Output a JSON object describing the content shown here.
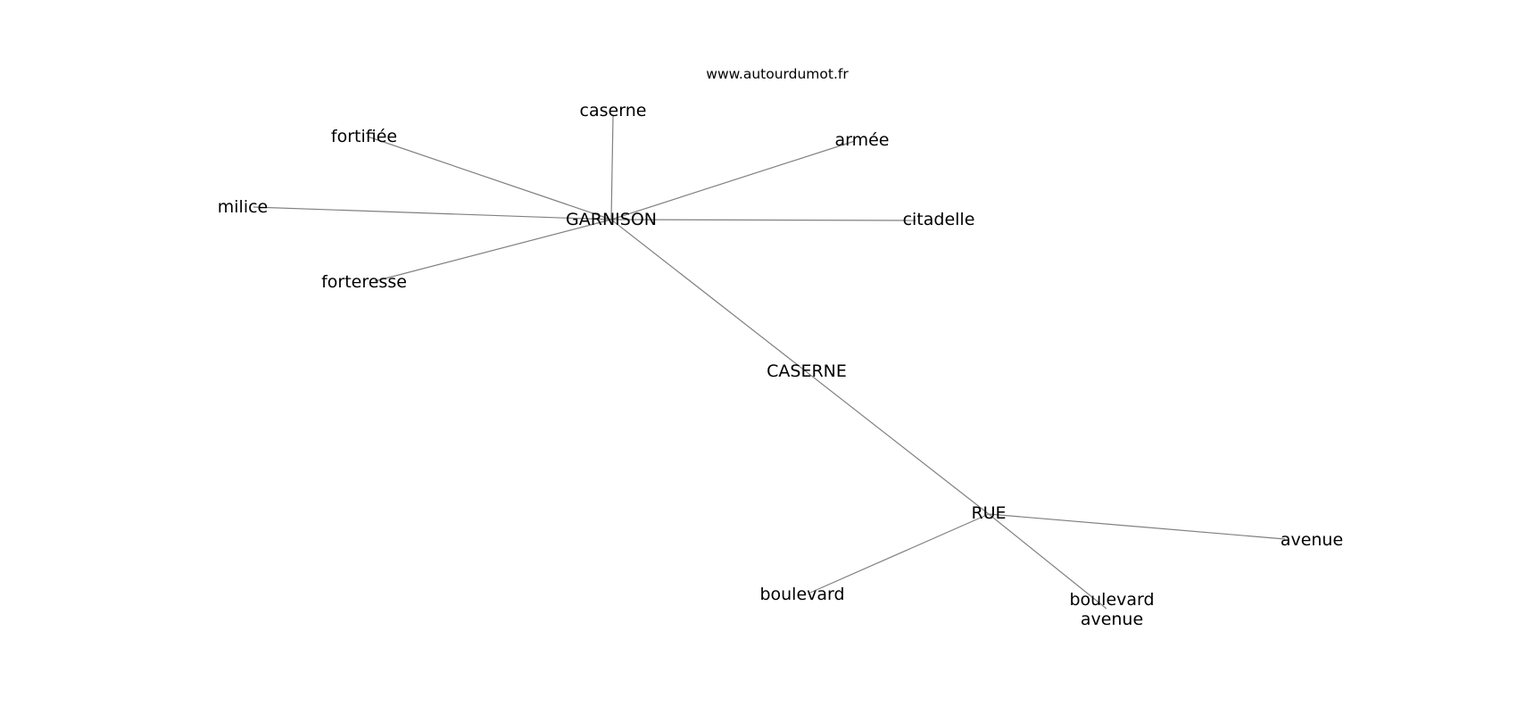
{
  "watermark": "www.autourdumot.fr",
  "colors": {
    "background": "#ffffff",
    "edge": "#808080",
    "text": "#000000"
  },
  "graph": {
    "nodes": [
      {
        "id": "garnison",
        "lines": [
          "GARNISON"
        ]
      },
      {
        "id": "caserne-lc",
        "lines": [
          "caserne"
        ]
      },
      {
        "id": "fortifiee",
        "lines": [
          "fortifiée"
        ]
      },
      {
        "id": "armee",
        "lines": [
          "armée"
        ]
      },
      {
        "id": "milice",
        "lines": [
          "milice"
        ]
      },
      {
        "id": "citadelle",
        "lines": [
          "citadelle"
        ]
      },
      {
        "id": "forteresse",
        "lines": [
          "forteresse"
        ]
      },
      {
        "id": "caserne-uc",
        "lines": [
          "CASERNE"
        ]
      },
      {
        "id": "rue",
        "lines": [
          "RUE"
        ]
      },
      {
        "id": "avenue",
        "lines": [
          "avenue"
        ]
      },
      {
        "id": "boulevard",
        "lines": [
          "boulevard"
        ]
      },
      {
        "id": "boulevard-avenue",
        "lines": [
          "boulevard",
          "avenue"
        ]
      }
    ],
    "edges": [
      {
        "from": "garnison",
        "to": "caserne-lc"
      },
      {
        "from": "garnison",
        "to": "fortifiee"
      },
      {
        "from": "garnison",
        "to": "armee"
      },
      {
        "from": "garnison",
        "to": "milice"
      },
      {
        "from": "garnison",
        "to": "citadelle"
      },
      {
        "from": "garnison",
        "to": "forteresse"
      },
      {
        "from": "garnison",
        "to": "rue"
      },
      {
        "from": "rue",
        "to": "avenue"
      },
      {
        "from": "rue",
        "to": "boulevard"
      },
      {
        "from": "rue",
        "to": "boulevard-avenue"
      }
    ]
  }
}
